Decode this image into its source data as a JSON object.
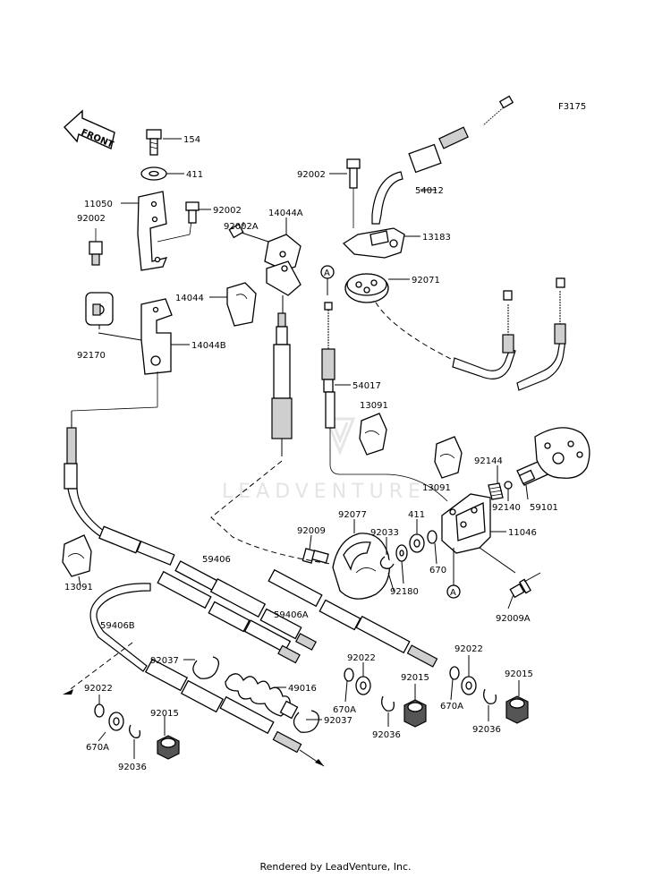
{
  "diagram_code": "F3175",
  "front_label": "FRONT",
  "watermark": "LEADVENTURE",
  "footer_text": "Rendered by LeadVenture, Inc.",
  "ref_markers": [
    "A",
    "A"
  ],
  "labels": {
    "p154": "154",
    "p411a": "411",
    "p11050": "11050",
    "p92002a": "92002",
    "p92002b": "92002",
    "p92002c": "92002",
    "p92002A": "92002A",
    "p14044A": "14044A",
    "p14044": "14044",
    "p14044B": "14044B",
    "p92170": "92170",
    "p54012": "54012",
    "p13183": "13183",
    "p92071": "92071",
    "p54017": "54017",
    "p13091a": "13091",
    "p13091b": "13091",
    "p13091c": "13091",
    "p92144": "92144",
    "p92140": "92140",
    "p59101": "59101",
    "p92077": "92077",
    "p92009": "92009",
    "p92033": "92033",
    "p411b": "411",
    "p11046": "11046",
    "p670": "670",
    "p92180": "92180",
    "p92009A": "92009A",
    "p59406": "59406",
    "p59406A": "59406A",
    "p59406B": "59406B",
    "p92037a": "92037",
    "p92037b": "92037",
    "p49016": "49016",
    "p92022a": "92022",
    "p92022b": "92022",
    "p92022c": "92022",
    "p670Aa": "670A",
    "p670Ab": "670A",
    "p670Ac": "670A",
    "p92015a": "92015",
    "p92015b": "92015",
    "p92015c": "92015",
    "p92036a": "92036",
    "p92036b": "92036",
    "p92036c": "92036"
  }
}
